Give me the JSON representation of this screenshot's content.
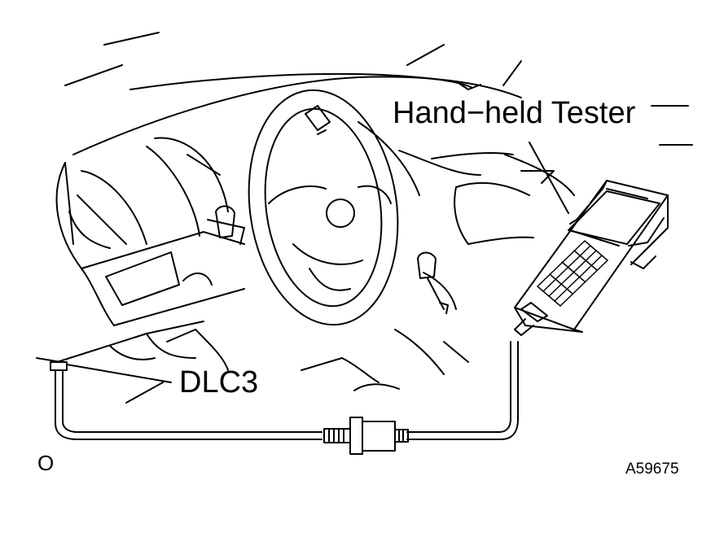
{
  "labels": {
    "tester": "Hand−held Tester",
    "dlc3": "DLC3",
    "figure_code": "A59675",
    "corner_mark": "O"
  },
  "colors": {
    "ink": "#000000",
    "paper": "#ffffff"
  }
}
